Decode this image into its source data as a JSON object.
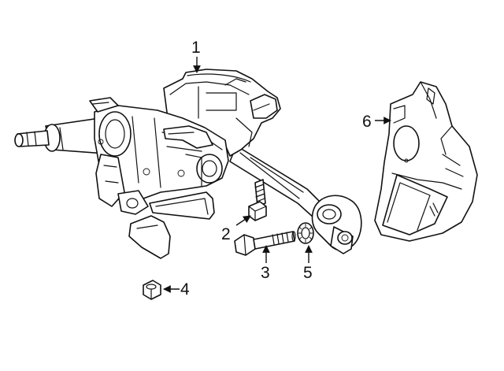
{
  "callouts": {
    "c1": "1",
    "c2": "2",
    "c3": "3",
    "c4": "4",
    "c5": "5",
    "c6": "6"
  },
  "colors": {
    "ink": "#111111",
    "background": "#ffffff"
  }
}
